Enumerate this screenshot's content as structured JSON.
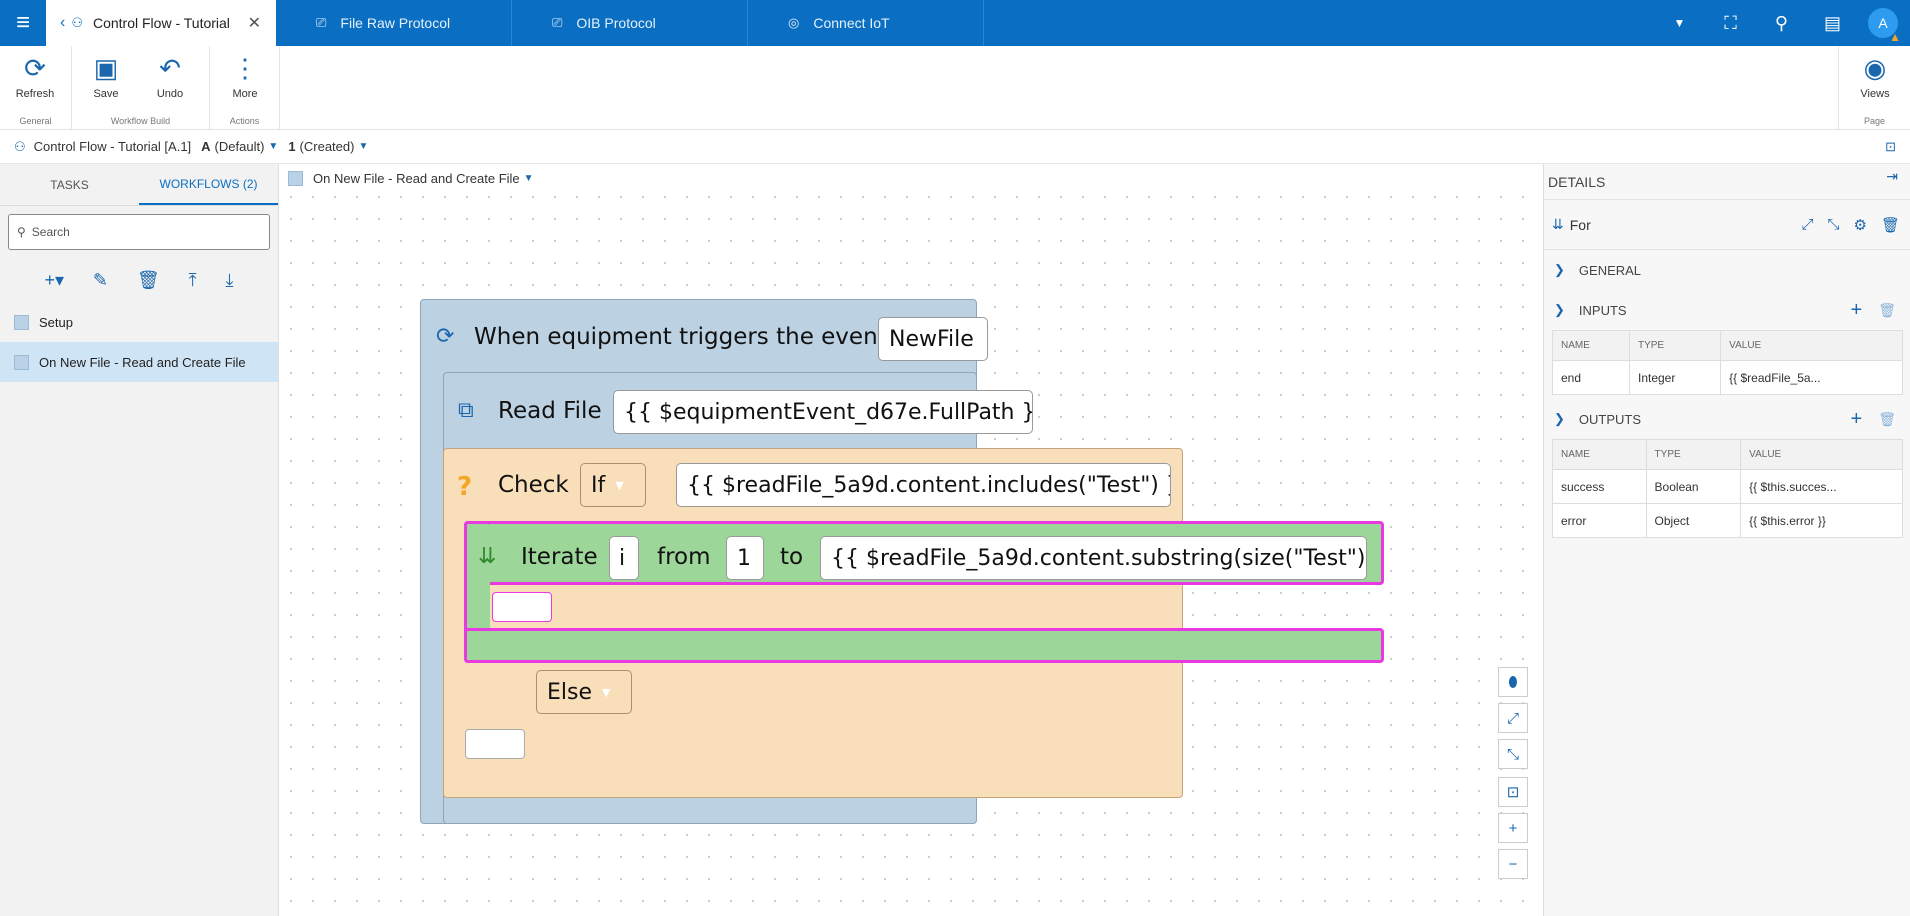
{
  "topbar": {
    "tabs": [
      {
        "label": "Control Flow - Tutorial",
        "icon": "tree-icon"
      },
      {
        "label": "File Raw Protocol",
        "icon": "protocol-icon"
      },
      {
        "label": "OIB Protocol",
        "icon": "protocol-icon"
      },
      {
        "label": "Connect IoT",
        "icon": "iot-icon"
      }
    ],
    "avatar": "A"
  },
  "ribbon": {
    "groups": [
      {
        "label": "General",
        "buttons": [
          {
            "label": "Refresh"
          }
        ]
      },
      {
        "label": "Workflow Build",
        "buttons": [
          {
            "label": "Save"
          },
          {
            "label": "Undo"
          }
        ]
      },
      {
        "label": "Actions",
        "buttons": [
          {
            "label": "More"
          }
        ]
      },
      {
        "label": "Page",
        "buttons": [
          {
            "label": "Views"
          }
        ]
      }
    ]
  },
  "crumb": {
    "title": "Control Flow - Tutorial [A.1]",
    "revision": "A",
    "revision_note": "(Default)",
    "version": "1",
    "version_note": "(Created)"
  },
  "left": {
    "tabs": [
      "TASKS",
      "WORKFLOWS (2)"
    ],
    "search_placeholder": "Search",
    "workflows": [
      "Setup",
      "On New File - Read and Create File"
    ]
  },
  "canvas": {
    "workflow": "On New File - Read and Create File",
    "event": {
      "label": "When equipment triggers the event",
      "value": "NewFile"
    },
    "read": {
      "label": "Read File",
      "value": "{{ $equipmentEvent_d67e.FullPath }}"
    },
    "check": {
      "label": "Check",
      "op": "If",
      "value": "{{ $readFile_5a9d.content.includes(\"Test\") }}",
      "else": "Else"
    },
    "iterate": {
      "label": "Iterate",
      "var": "i",
      "from_label": "from",
      "from": "1",
      "to_label": "to",
      "to": "{{ $readFile_5a9d.content.substring(size(\"Test\")..."
    }
  },
  "details": {
    "title": "DETAILS",
    "node": "For",
    "general": "GENERAL",
    "inputs_label": "INPUTS",
    "outputs_label": "OUTPUTS",
    "columns": [
      "NAME",
      "TYPE",
      "VALUE"
    ],
    "inputs": [
      {
        "name": "end",
        "type": "Integer",
        "value": "{{ $readFile_5a..."
      }
    ],
    "outputs": [
      {
        "name": "success",
        "type": "Boolean",
        "value": "{{ $this.succes..."
      },
      {
        "name": "error",
        "type": "Object",
        "value": "{{ $this.error }}"
      }
    ]
  }
}
